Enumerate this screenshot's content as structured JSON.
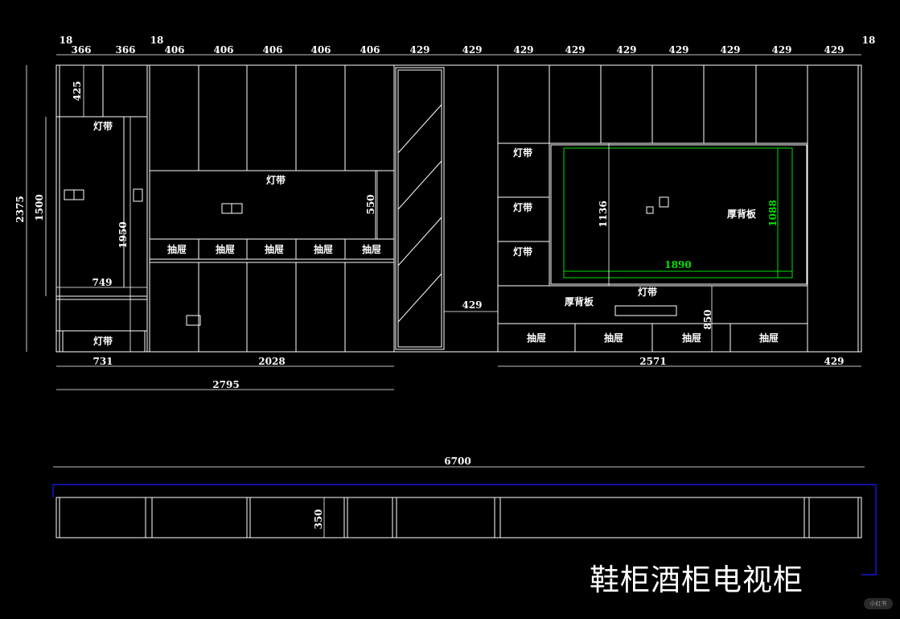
{
  "title": "鞋柜酒柜电视柜",
  "watermark": "小红书",
  "colors": {
    "background": "#000000",
    "lines": "#ffffff",
    "tv_outline": "#00ff00",
    "base_outline": "#1a1aff"
  },
  "top_dimensions": [
    "18",
    "366",
    "366",
    "18",
    "406",
    "406",
    "406",
    "406",
    "406",
    "429",
    "429",
    "429",
    "429",
    "429",
    "429",
    "429",
    "429",
    "429",
    "18"
  ],
  "side_dimensions": {
    "total_height": "2375",
    "left_tall": "1500",
    "shoe_inner": "1950",
    "top_box": "425",
    "wine_open": "550",
    "tv_height": "1136",
    "panel_height": "1088",
    "tv_base": "850",
    "base_height": "350",
    "gap_width": "429"
  },
  "bottom_dimensions": {
    "shoe": "731",
    "wine": "2028",
    "combined": "2795",
    "tv": "2571",
    "tv_right": "429",
    "shoe_niche": "749",
    "panel_width": "1890",
    "overall": "6700"
  },
  "labels": {
    "light_strip": "灯带",
    "drawer": "抽屉",
    "thick_back_panel": "厚背板"
  }
}
